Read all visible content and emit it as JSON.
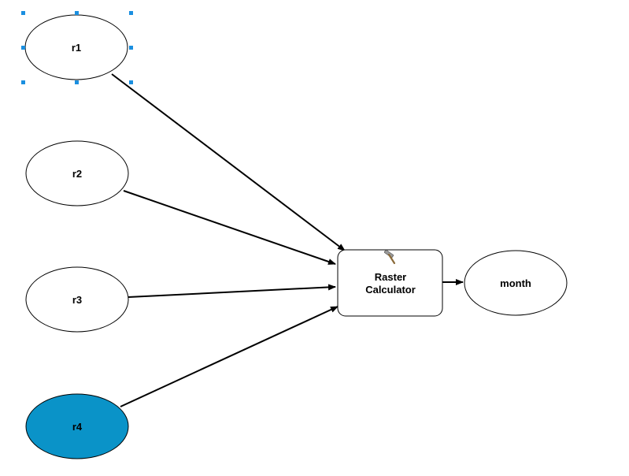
{
  "colors": {
    "canvas_bg": "#ffffff",
    "node_stroke": "#000000",
    "node_fill": "#ffffff",
    "highlight_fill": "#0a93c8",
    "selection_handle": "#1a8fe0",
    "connector": "#000000",
    "tool_icon": "#8a6a3a"
  },
  "nodes": {
    "r1": {
      "label": "r1",
      "type": "data",
      "selected": true
    },
    "r2": {
      "label": "r2",
      "type": "data",
      "selected": false
    },
    "r3": {
      "label": "r3",
      "type": "data",
      "selected": false
    },
    "r4": {
      "label": "r4",
      "type": "data",
      "selected": false,
      "highlighted": true
    },
    "tool": {
      "label_line1": "Raster",
      "label_line2": "Calculator",
      "type": "tool",
      "icon": "hammer-icon"
    },
    "month": {
      "label": "month",
      "type": "output"
    }
  },
  "connections": [
    {
      "from": "r1",
      "to": "tool"
    },
    {
      "from": "r2",
      "to": "tool"
    },
    {
      "from": "r3",
      "to": "tool"
    },
    {
      "from": "r4",
      "to": "tool"
    },
    {
      "from": "tool",
      "to": "month"
    }
  ]
}
